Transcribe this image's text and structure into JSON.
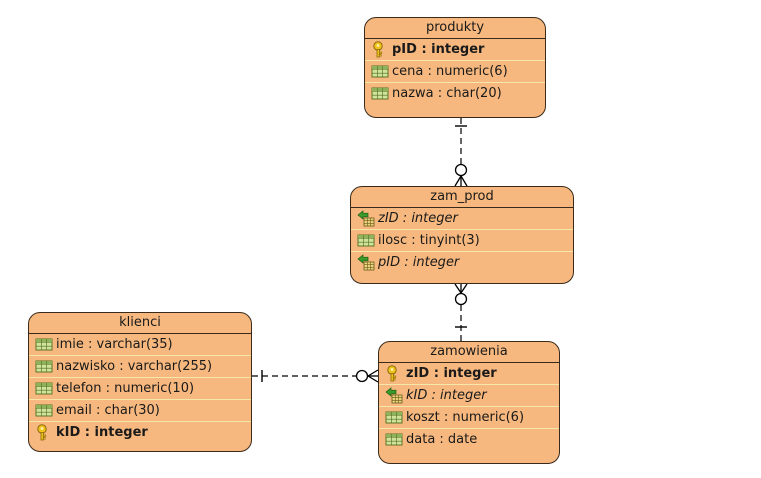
{
  "entities": {
    "produkty": {
      "title": "produkty",
      "columns": [
        {
          "label": "pID : integer",
          "kind": "pk",
          "icon": "key-icon"
        },
        {
          "label": "cena : numeric(6)",
          "kind": "col",
          "icon": "column-icon"
        },
        {
          "label": "nazwa : char(20)",
          "kind": "col",
          "icon": "column-icon"
        }
      ]
    },
    "zam_prod": {
      "title": "zam_prod",
      "columns": [
        {
          "label": "zID : integer",
          "kind": "fk",
          "icon": "foreign-key-icon"
        },
        {
          "label": "ilosc : tinyint(3)",
          "kind": "col",
          "icon": "column-icon"
        },
        {
          "label": "pID : integer",
          "kind": "fk",
          "icon": "foreign-key-icon"
        }
      ]
    },
    "klienci": {
      "title": "klienci",
      "columns": [
        {
          "label": "imie : varchar(35)",
          "kind": "col",
          "icon": "column-icon"
        },
        {
          "label": "nazwisko : varchar(255)",
          "kind": "col",
          "icon": "column-icon"
        },
        {
          "label": "telefon : numeric(10)",
          "kind": "col",
          "icon": "column-icon"
        },
        {
          "label": "email : char(30)",
          "kind": "col",
          "icon": "column-icon"
        },
        {
          "label": "kID : integer",
          "kind": "pk",
          "icon": "key-icon"
        }
      ]
    },
    "zamowienia": {
      "title": "zamowienia",
      "columns": [
        {
          "label": "zID : integer",
          "kind": "pk",
          "icon": "key-icon"
        },
        {
          "label": "kID : integer",
          "kind": "fk",
          "icon": "foreign-key-icon"
        },
        {
          "label": "koszt : numeric(6)",
          "kind": "col",
          "icon": "column-icon"
        },
        {
          "label": "data : date",
          "kind": "col",
          "icon": "column-icon"
        }
      ]
    }
  },
  "relationships": [
    {
      "from": "produkty",
      "to": "zam_prod",
      "from_cardinality": "one",
      "to_cardinality": "zero-or-many"
    },
    {
      "from": "zamowienia",
      "to": "zam_prod",
      "from_cardinality": "one",
      "to_cardinality": "zero-or-many"
    },
    {
      "from": "klienci",
      "to": "zamowienia",
      "from_cardinality": "one",
      "to_cardinality": "zero-or-many"
    }
  ],
  "colors": {
    "entity_fill": "#f6b87e",
    "entity_border": "#3a2a1a",
    "row_separator": "#f4e7a9",
    "key_gold": "#e9b40f",
    "fk_green": "#4a9a2a",
    "column_green": "#8fb35a"
  }
}
